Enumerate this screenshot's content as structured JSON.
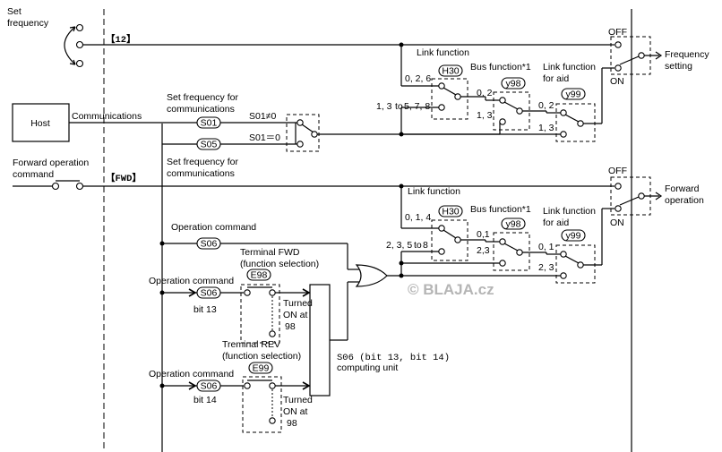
{
  "labels": {
    "set_frequency_line1": "Set",
    "set_frequency_line2": "frequency",
    "terminal_12": "【12】",
    "host": "Host",
    "communications": "Communications",
    "set_freq_comm_upper_line1": "Set frequency for",
    "set_freq_comm_upper_line2": "communications",
    "set_freq_comm_lower_line1": "Set frequency for",
    "set_freq_comm_lower_line2": "communications",
    "s01_ne_0": "S01≠0",
    "s01_eq_0": "S01＝0",
    "forward_operation_command_line1": "Forward operation",
    "forward_operation_command_line2": "command",
    "terminal_fwd": "【FWD】",
    "link_function_upper": "Link function",
    "link_function_lower": "Link function",
    "bus_function_upper": "Bus function*1",
    "bus_function_lower": "Bus function*1",
    "link_for_aid_upper_line1": "Link  function",
    "link_for_aid_upper_line2": "for aid",
    "link_for_aid_lower_line1": "Link  function",
    "link_for_aid_lower_line2": "for aid",
    "h30_upper_a": "0, 2, 6",
    "h30_upper_b": "1, 3",
    "h30_upper_b_to": "to",
    "h30_upper_b_end": "5, 7, 8",
    "y98_upper_a": "0, 2",
    "y98_upper_b": "1, 3",
    "y99_upper_a": "0, 2",
    "y99_upper_b": "1, 3",
    "h30_lower_a": "0, 1, 4",
    "h30_lower_b": "2, 3, 5",
    "h30_lower_b_to": "to",
    "h30_lower_b_end": "8",
    "y98_lower_a": "0,1",
    "y98_lower_b": "2,3",
    "y99_lower_a": "0, 1",
    "y99_lower_b": "2, 3",
    "off_upper": "OFF",
    "on_upper": "ON",
    "off_lower": "OFF",
    "on_lower": "ON",
    "frequency_setting_line1": "Frequency",
    "frequency_setting_line2": "setting",
    "forward_operation_line1": "Forward",
    "forward_operation_line2": "operation",
    "operation_command_top": "Operation command",
    "terminal_fwd_function_line1": "Terminal FWD",
    "terminal_fwd_function_line2": "(function selection)",
    "operation_command_mid": "Operation command",
    "bit13": "bit 13",
    "turned_on_13_line1": "Turned",
    "turned_on_13_line2": "ON at",
    "turned_on_13_line3": "98",
    "terminal_rev_function_line1": "Treminal REV",
    "terminal_rev_function_line2": "(function selection)",
    "operation_command_bottom": "Operation command",
    "bit14": "bit 14",
    "turned_on_14_line1": "Turned",
    "turned_on_14_line2": "ON at",
    "turned_on_14_line3": "98",
    "computing_unit_line1": "S06 (bit 13, bit 14)",
    "computing_unit_line2": "computing unit",
    "watermark": "© BLAJA.cz"
  },
  "codes": {
    "h30_upper": "H30",
    "y98_upper": "y98",
    "y99_upper": "y99",
    "s01": "S01",
    "s05": "S05",
    "h30_lower": "H30",
    "y98_lower": "y98",
    "y99_lower": "y99",
    "s06_top": "S06",
    "e98": "E98",
    "s06_mid": "S06",
    "e99": "E99",
    "s06_bottom": "S06"
  },
  "colors": {
    "line": "#000000",
    "watermark": "#b5b5b5",
    "background": "#ffffff"
  }
}
